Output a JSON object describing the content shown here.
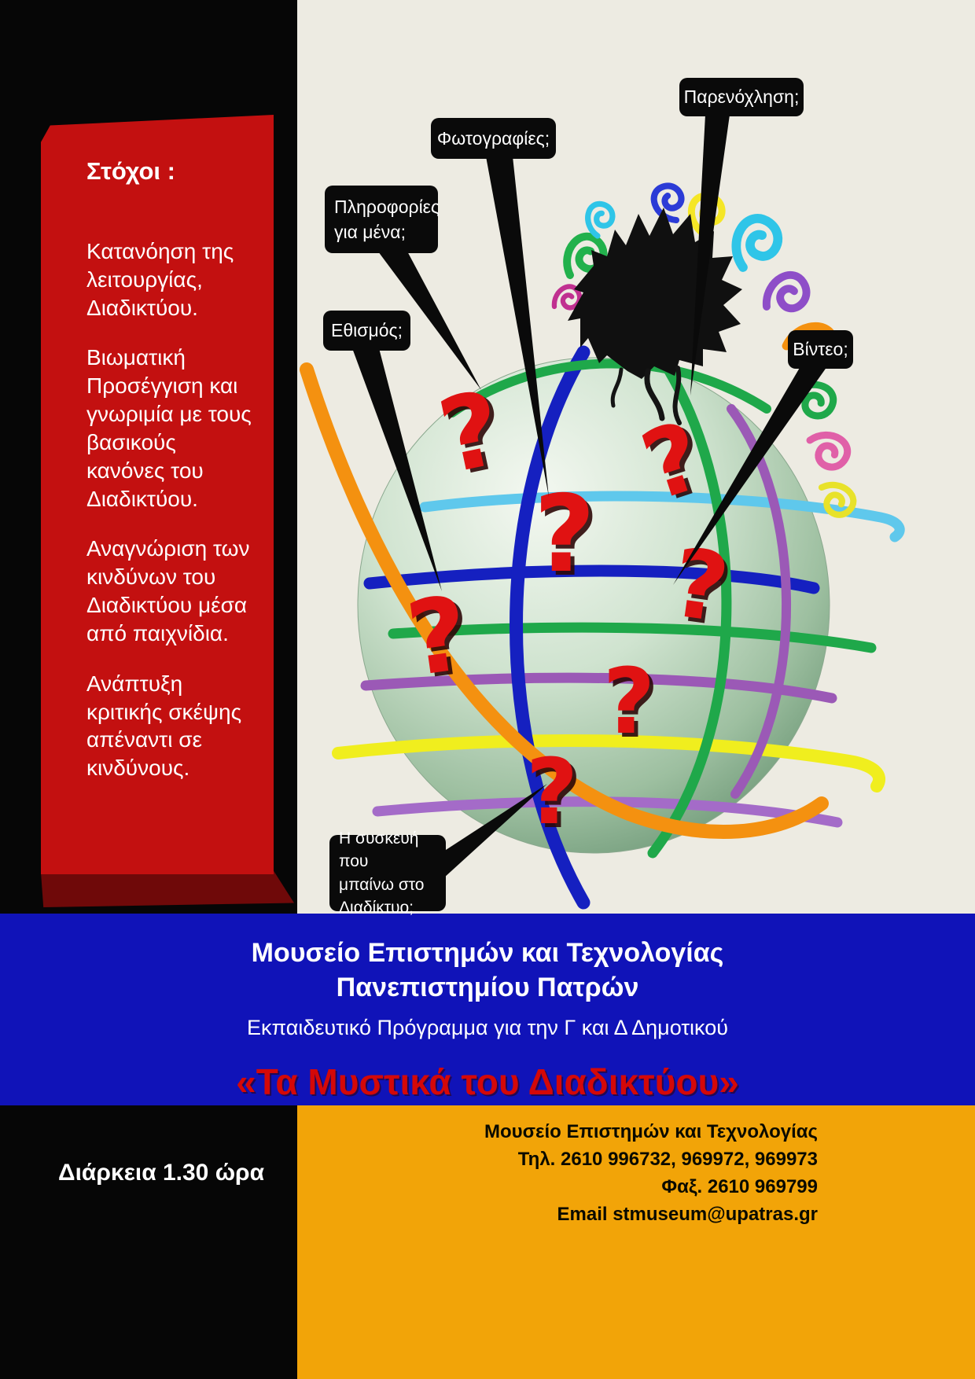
{
  "poster": {
    "goals": {
      "title": "Στόχοι :",
      "items": [
        "Κατανόηση της λειτουργίας, Διαδικτύου.",
        "Βιωματική Προσέγγιση και γνωριμία με τους βασικούς κανόνες του Διαδικτύου.",
        "Αναγνώριση των  κινδύνων του Διαδικτύου μέσα από παιχνίδια.",
        "Ανάπτυξη κριτικής σκέψης απέναντι σε κινδύνους."
      ]
    },
    "callouts": {
      "harassment": "Παρενόχληση;",
      "photos": "Φωτογραφίες;",
      "info_line1": "Πληροφορίες",
      "info_line2": "για μένα;",
      "addiction": "Εθισμός;",
      "video": "Βίντεο;",
      "device_line1": "Η συσκευή που",
      "device_line2": "μπαίνω  στο",
      "device_line3": "Διαδίκτυο;"
    },
    "illustration": {
      "question_mark": "?"
    },
    "museum_band": {
      "title_line1": "Μουσείο  Επιστημών και Τεχνολογίας",
      "title_line2": "Πανεπιστημίου Πατρών",
      "subtitle": "Εκπαιδευτικό Πρόγραμμα για την Γ και Δ Δημοτικού",
      "program_title": "«Τα Μυστικά του Διαδικτύου»"
    },
    "footer": {
      "duration": "Διάρκεια  1.30 ώρα",
      "contact_line1": "Μουσείο Επιστημών και Τεχνολογίας",
      "contact_line2": "Τηλ. 2610 996732, 969972, 969973",
      "contact_line3": "Φαξ. 2610 969799",
      "contact_line4": "Email stmuseum@upatras.gr"
    },
    "colors": {
      "ribbon_red": "#c31010",
      "band_blue": "#1013b8",
      "band_orange": "#f2a408",
      "question_red": "#e01212",
      "background_cream": "#edebe2"
    }
  }
}
